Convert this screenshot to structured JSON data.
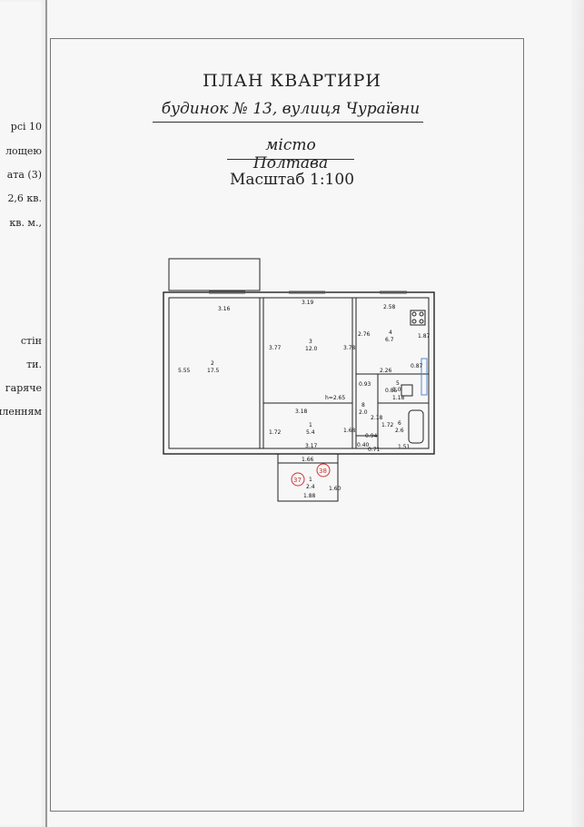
{
  "prev_page": {
    "fragments": [
      "рсі 10",
      "лощею",
      "ата (3)",
      "2,6 кв.",
      "кв. м.,",
      "стін",
      "ти.",
      "гаряче",
      "лленням"
    ]
  },
  "header": {
    "title": "ПЛАН КВАРТИРИ",
    "address": "будинок № 13, вулиця Чураївни",
    "city": "місто Полтава",
    "scale": "Масштаб 1:100"
  },
  "plan": {
    "rooms": [
      {
        "num": "2",
        "area": "17.5"
      },
      {
        "num": "3",
        "area": "12.0"
      },
      {
        "num": "4",
        "area": "6.7"
      },
      {
        "num": "1",
        "area": "5.4"
      },
      {
        "num": "8",
        "area": "2.0"
      },
      {
        "num": "5",
        "area": "1.0"
      },
      {
        "num": "6",
        "area": "2.6"
      },
      {
        "num": "1",
        "area": "2.4"
      }
    ],
    "dims": {
      "d316": "3.16",
      "d319": "3.19",
      "d258": "2.58",
      "d555": "5.55",
      "d377": "3.77",
      "d378": "3.78",
      "d276": "2.76",
      "d187": "1.87",
      "d087": "0.87",
      "d226": "2.26",
      "d093": "0.93",
      "d085": "0.85",
      "d118": "1.18",
      "d318": "3.18",
      "d172a": "1.72",
      "d168": "1.68",
      "d218": "2.18",
      "d094": "0.94",
      "d172b": "1.72",
      "d317": "3.17",
      "d040": "0.40",
      "d071": "0.71",
      "d151": "1.51",
      "d166": "1.66",
      "d188": "1.88",
      "d160": "1.60"
    },
    "height_label": "h=2.65",
    "marks": [
      "37",
      "38"
    ]
  }
}
